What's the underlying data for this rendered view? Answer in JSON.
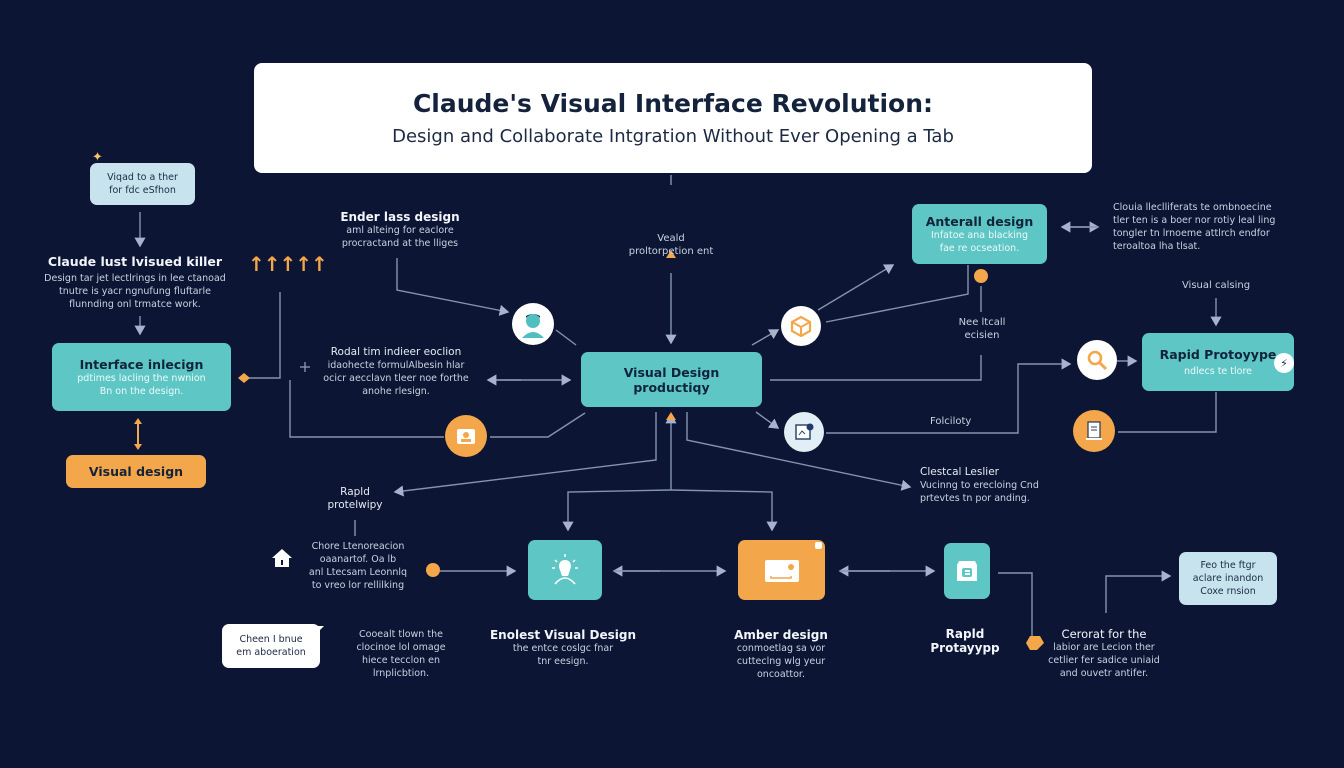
{
  "header": {
    "title": "Claude's Visual Interface Revolution:",
    "subtitle": "Design and Collaborate Intgration Without Ever Opening a Tab"
  },
  "left": {
    "top_box": [
      "Viqad to a ther",
      "for fdc eSfhon"
    ],
    "claude_heading": "Claude lust lvisued killer",
    "claude_desc": [
      "Design tar jet lectlrings in lee ctanoad",
      "tnutre is yacr ngnufung fluftarle",
      "flunnding onl trmatce work."
    ],
    "interface_box": {
      "title": "Interface inlecign",
      "desc": [
        "pdtimes lacling the nwnion",
        "Bn on the design."
      ]
    },
    "visual_design_button": "Visual design"
  },
  "upper_mid": {
    "ender_heading": "Ender lass design",
    "ender_desc": [
      "aml alteing for eaclore",
      "procractand at the lliges"
    ],
    "rodal_heading": "Rodal tim indieer eoclion",
    "rodal_desc": [
      "idaohecte formulAlbesin hlar",
      "ocicr aecclavn tleer noe forthe",
      "anohe rlesign."
    ],
    "veald": [
      "Veald",
      "proltorpetion ent"
    ]
  },
  "center": {
    "title": "Visual Design",
    "subtitle": "productiqy"
  },
  "right": {
    "anterall_box": {
      "title": "Anterall design",
      "desc": [
        "Infatoe ana blacking",
        "fae re ocseation."
      ]
    },
    "right_desc": [
      "Clouia lleclliferats te ombnoecine",
      "tler ten is a boer nor rotiy leal ling",
      "tongler tn lrnoeme attlrch endfor",
      "teroaltoa lha tlsat."
    ],
    "nee": [
      "Nee ltcall",
      "ecisien"
    ],
    "visual_calsing": "Visual calsing",
    "rapid_box": {
      "title": "Rapid Protoyype",
      "desc": "ndlecs te tlore"
    },
    "folciloty": "Folciloty",
    "clestcal_heading": "Clestcal Leslier",
    "clestcal_desc": [
      "Vucinng to erecloing Cnd",
      "prtevtes tn por anding."
    ]
  },
  "bottom": {
    "rapid_label": [
      "Rapld",
      "protelwipy"
    ],
    "chore_desc": [
      "Chore Ltenoreacion",
      "oaanartof. Oa lb",
      "anl Ltecsam Leonnlq",
      "to vreo lor rellilking"
    ],
    "bubble": [
      "Cheen I bnue",
      "em aboeration"
    ],
    "cooealt_desc": [
      "Cooealt tlown the",
      "clocinoe lol omage",
      "hiece tecclon en",
      "lrnplicbtion."
    ],
    "enolest": {
      "title": "Enolest Visual Design",
      "desc": [
        "the entce coslgc fnar",
        "tnr eesign."
      ]
    },
    "amber": {
      "title": "Amber design",
      "desc": [
        "conmoetlag sa vor",
        "cutteclng wlg yeur",
        "oncoattor."
      ]
    },
    "rapid2": [
      "Rapld",
      "Protayypp"
    ],
    "cerorat": {
      "title": "Cerorat for the",
      "desc": [
        "labior are Lecion ther",
        "cetlier fer sadice uniaid",
        "and ouvetr antifer."
      ]
    },
    "right_box": [
      "Feo the ftgr",
      "aclare inandon",
      "Coxe rnsion"
    ]
  },
  "colors": {
    "background": "#0c1634",
    "teal": "#5fc6c6",
    "orange": "#f4a64a",
    "light_blue": "#c6e3ee",
    "line": "#8a98b4"
  }
}
